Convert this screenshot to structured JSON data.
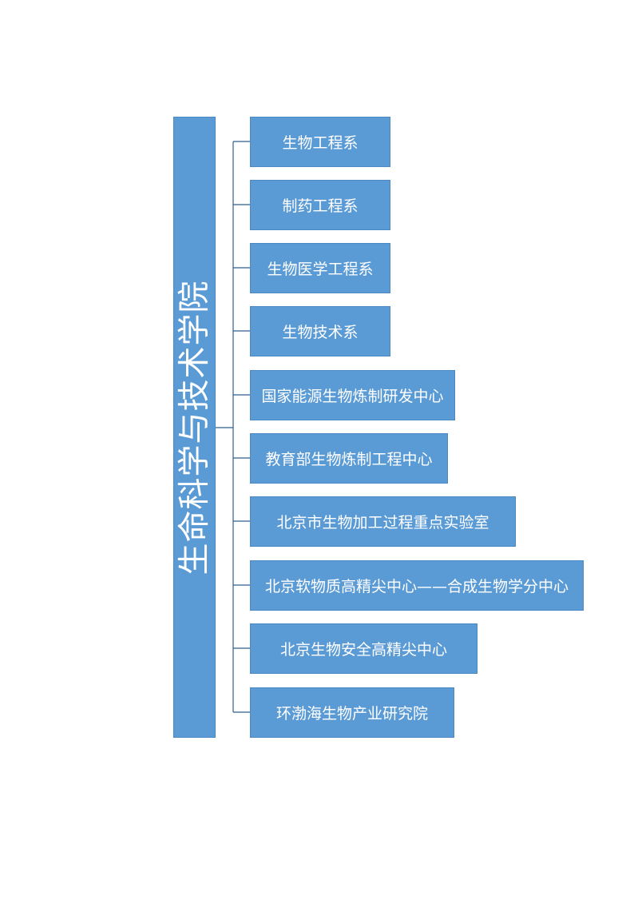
{
  "diagram": {
    "root": {
      "label": "生命科学与技术学院"
    },
    "children": [
      {
        "label": "生物工程系"
      },
      {
        "label": "制药工程系"
      },
      {
        "label": "生物医学工程系"
      },
      {
        "label": "生物技术系"
      },
      {
        "label": "国家能源生物炼制研发中心"
      },
      {
        "label": "教育部生物炼制工程中心"
      },
      {
        "label": "北京市生物加工过程重点实验室"
      },
      {
        "label": "北京软物质高精尖中心——合成生物学分中心"
      },
      {
        "label": "北京生物安全高精尖中心"
      },
      {
        "label": "环渤海生物产业研究院"
      }
    ],
    "colors": {
      "box_fill": "#5b9bd5",
      "box_border": "#4a89c4",
      "connector": "#2f5f8f",
      "text": "#ffffff"
    }
  }
}
